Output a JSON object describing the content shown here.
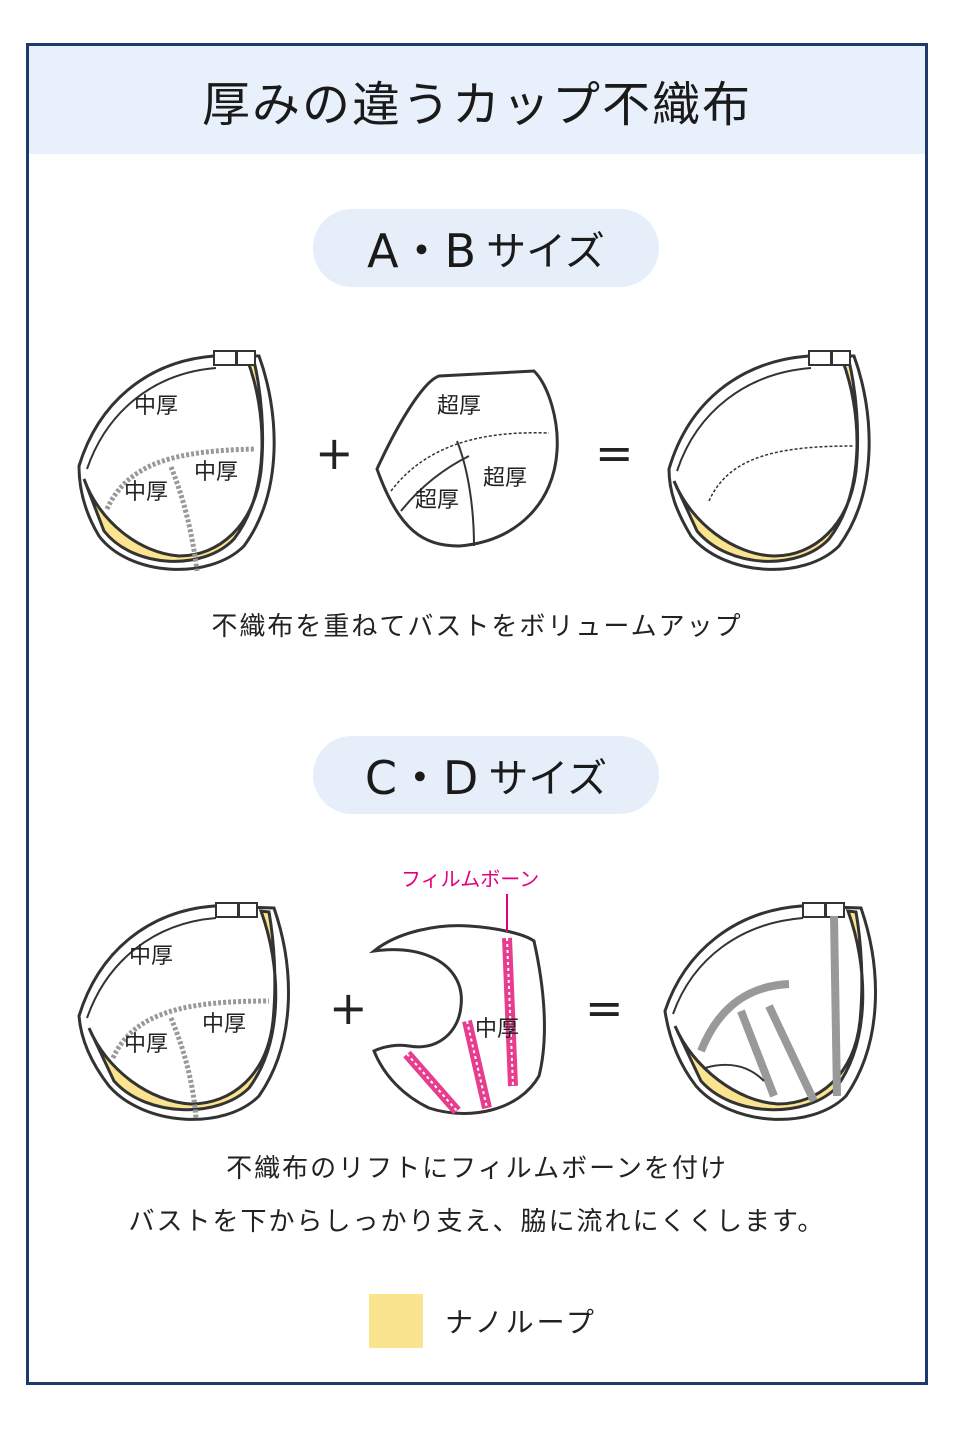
{
  "title": "厚みの違うカップ不織布",
  "section_ab": {
    "heading_main": "A・B",
    "heading_suffix": "サイズ",
    "labels": {
      "cup1_top": "中厚",
      "cup1_left": "中厚",
      "cup1_right": "中厚",
      "plus": "+",
      "pad_top": "超厚",
      "pad_left": "超厚",
      "pad_right": "超厚",
      "equals": "="
    },
    "caption": "不織布を重ねてバストをボリュームアップ"
  },
  "section_cd": {
    "heading_main": "C・D",
    "heading_suffix": "サイズ",
    "labels": {
      "cup1_top": "中厚",
      "cup1_left": "中厚",
      "cup1_right": "中厚",
      "plus": "+",
      "film_bone": "フィルムボーン",
      "lift_label": "中厚",
      "equals": "="
    },
    "caption_line1": "不織布のリフトにフィルムボーンを付け",
    "caption_line2": "バストを下からしっかり支え、脇に流れにくくします。"
  },
  "legend": {
    "label": "ナノループ",
    "color": "#fae48f"
  },
  "colors": {
    "frame": "#1c3a6b",
    "header_bg": "#e8f0fb",
    "nano_loop": "#fae48f",
    "film_bone": "#e2007f"
  }
}
